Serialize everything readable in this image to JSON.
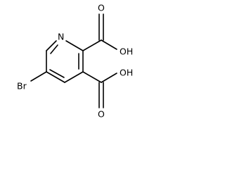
{
  "molecule": {
    "atoms": {
      "nitrogen": "N",
      "bromine": "Br",
      "carboxyl_top": {
        "carbonyl_oxygen": "O",
        "hydroxyl": "OH"
      },
      "carboxyl_bottom": {
        "carbonyl_oxygen": "O",
        "hydroxyl": "OH"
      }
    },
    "colors": {
      "bond": "#000000",
      "label": "#000000",
      "background": "#ffffff"
    }
  }
}
